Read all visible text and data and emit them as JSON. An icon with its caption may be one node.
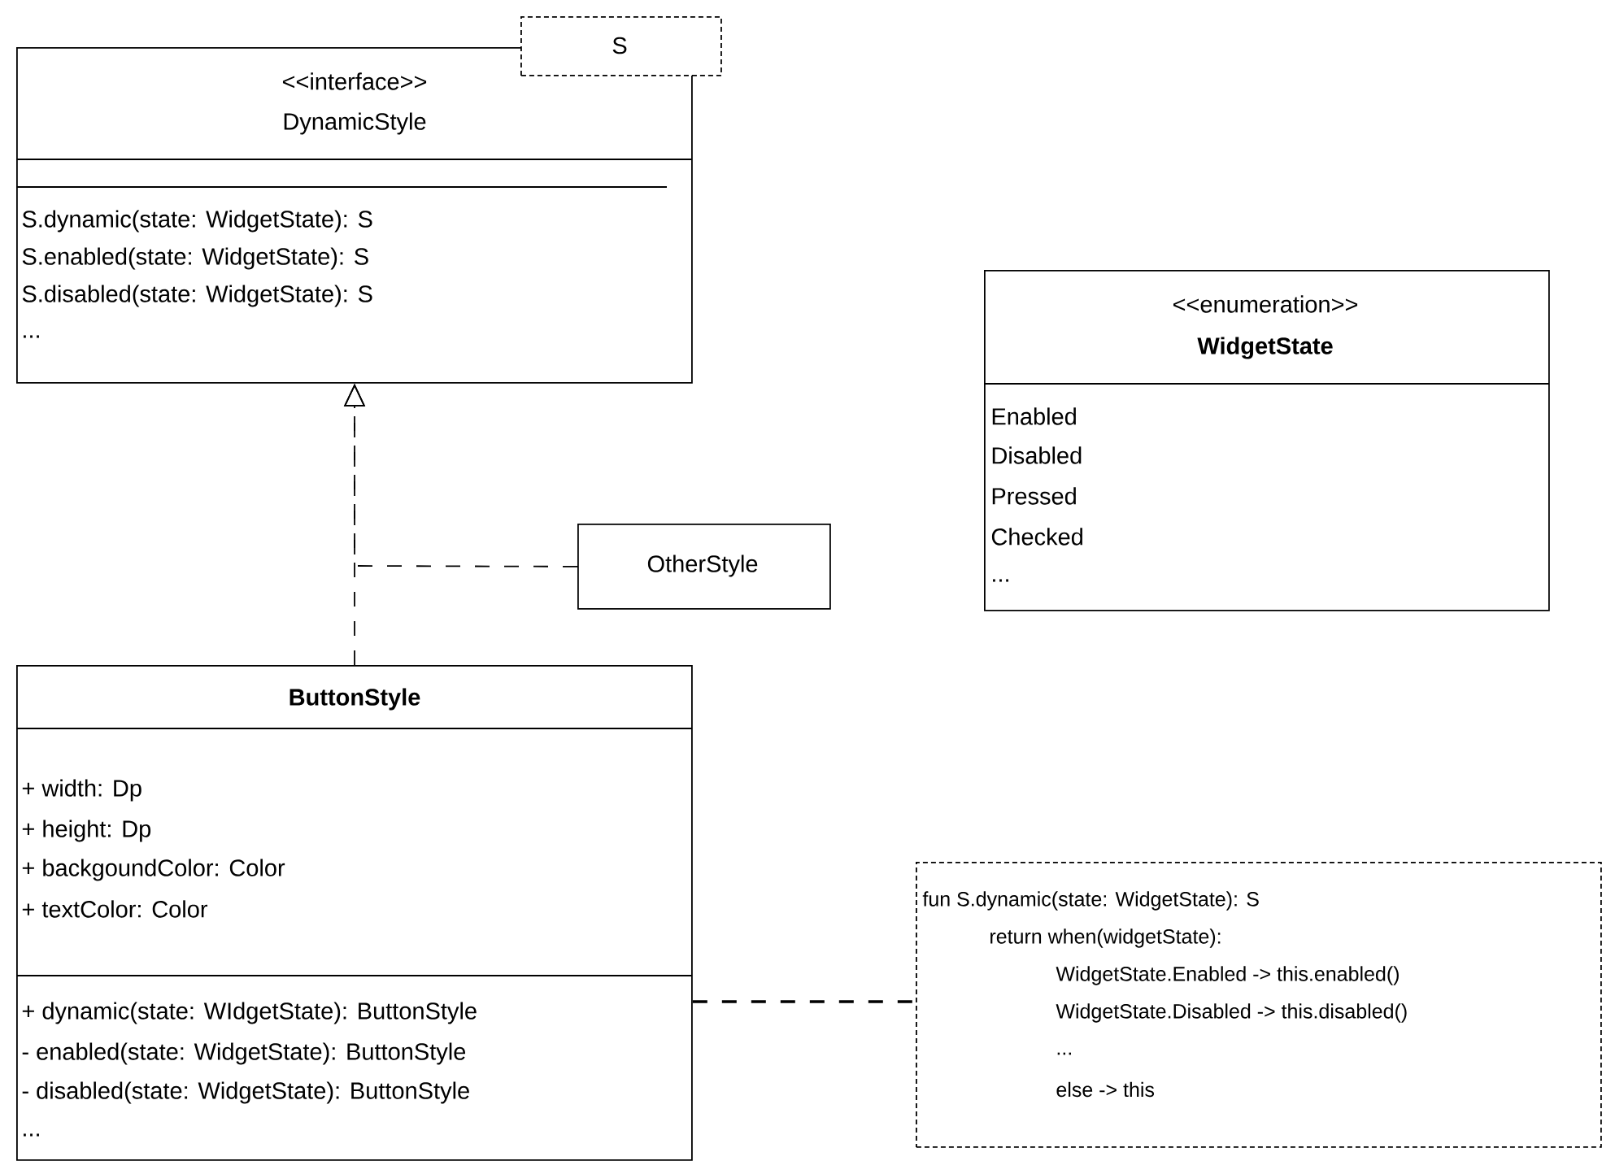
{
  "diagram": {
    "nodes": [
      {
        "text": [
          "<<interface>>",
          "DynamicStyle",
          "S.dynamic(state: WidgetState): S",
          "S.enabled(state: WidgetState): S",
          "S.disabled(state: WidgetState): S",
          "..."
        ]
      },
      {
        "text": [
          "S"
        ]
      },
      {
        "text": [
          "<<enumeration>>",
          "WidgetState",
          "Enabled",
          "Disabled",
          "Pressed",
          "Checked",
          "..."
        ]
      },
      {
        "text": [
          "OtherStyle"
        ]
      },
      {
        "text": [
          "ButtonStyle",
          "+ width: Dp",
          "+ height: Dp",
          "+ backgoundColor: Color",
          "+ textColor: Color",
          "+ dynamic(state: WIdgetState): ButtonStyle",
          "- enabled(state: WidgetState): ButtonStyle",
          "- disabled(state: WidgetState): ButtonStyle",
          "..."
        ]
      },
      {
        "text": [
          "fun S.dynamic(state: WidgetState): S",
          "return when(widgetState):",
          "WidgetState.Enabled -> this.enabled()",
          "WidgetState.Disabled -> this.disabled()",
          "...",
          "else -> this"
        ]
      }
    ],
    "edges": [
      {
        "from": 4,
        "to": 0,
        "arrow": "to",
        "style": "dashed"
      },
      {
        "from": 3,
        "to": 0,
        "arrow": "to",
        "style": "dashed"
      },
      {
        "from": 4,
        "to": 5,
        "arrow": "none",
        "style": "dashed"
      }
    ]
  }
}
